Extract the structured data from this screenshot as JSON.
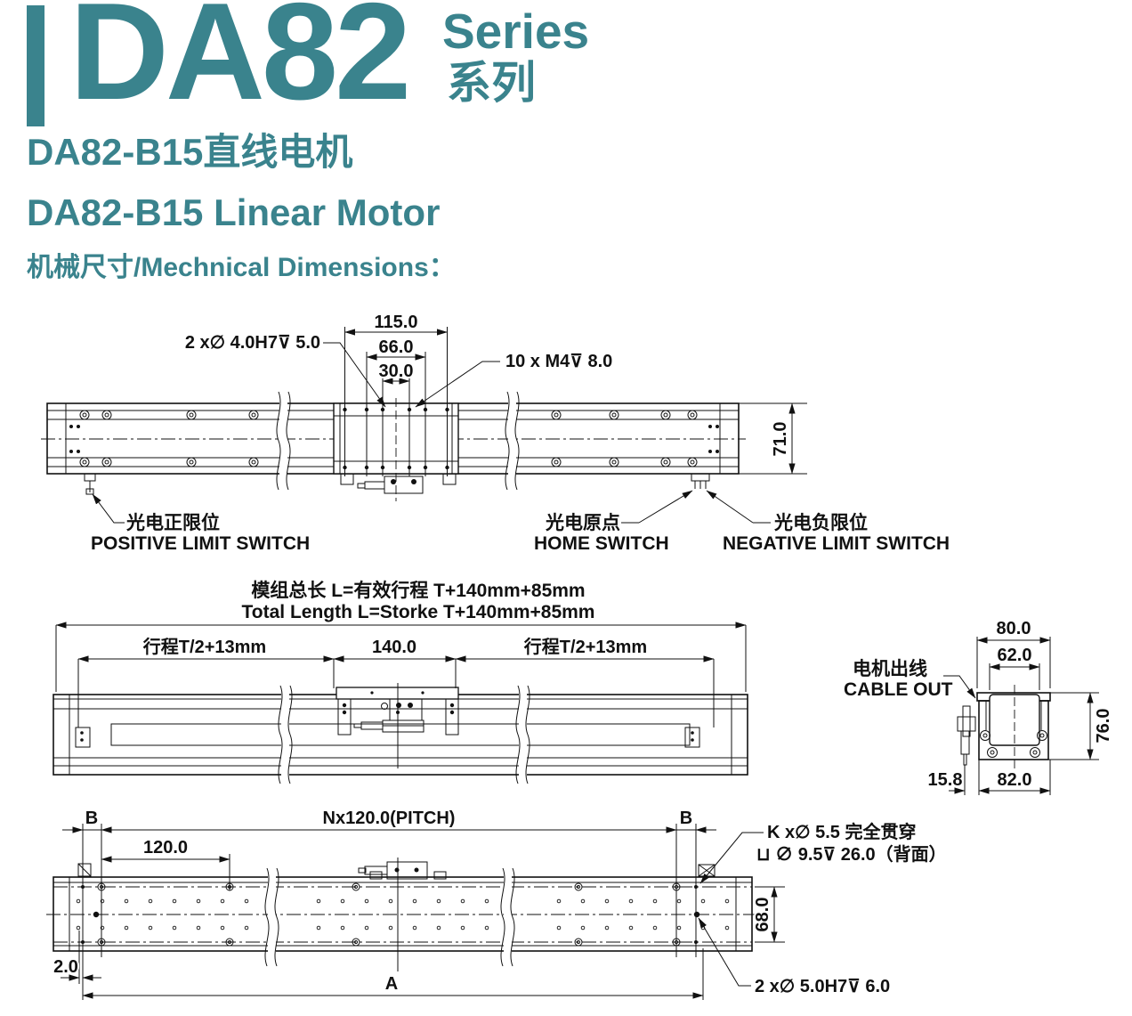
{
  "theme": {
    "accent": "#3a838d",
    "line_color": "#111111"
  },
  "header": {
    "series_code": "DA82",
    "series_en": "Series",
    "series_cn": "系列",
    "title_cn": "DA82-B15直线电机",
    "title_en": "DA82-B15 Linear Motor",
    "section_title": "机械尺寸/Mechnical Dimensions："
  },
  "top_view": {
    "dim_width": "115.0",
    "dim_mid": "66.0",
    "dim_inner": "30.0",
    "note_pin": "2 x∅ 4.0H7⊽ 5.0",
    "note_tap": "10 x  M4⊽ 8.0",
    "dim_height": "71.0",
    "positive_cn": "光电正限位",
    "positive_en": "POSITIVE LIMIT SWITCH",
    "home_cn": "光电原点",
    "home_en": "HOME  SWITCH",
    "negative_cn": "光电负限位",
    "negative_en": "NEGATIVE LIMIT SWITCH"
  },
  "side_view": {
    "total_cn": "模组总长 L=有效行程 T+140mm+85mm",
    "total_en": "Total Length L=Storke T+140mm+85mm",
    "stroke_left": "行程T/2+13mm",
    "dim_center": "140.0",
    "stroke_right": "行程T/2+13mm"
  },
  "end_view": {
    "dim_top": "80.0",
    "dim_coil": "62.0",
    "dim_height": "76.0",
    "dim_offset": "15.8",
    "dim_base": "82.0",
    "cable_cn": "电机出线",
    "cable_en": "CABLE OUT"
  },
  "bottom_view": {
    "b_left": "B",
    "b_right": "B",
    "pitch": "Nx120.0(PITCH)",
    "dim_120": "120.0",
    "note_k1": "K x∅ 5.5 完全贯穿",
    "note_k2": "⊔ ∅ 9.5⊽ 26.0（背面）",
    "dim_68": "68.0",
    "dim_2": "2.0",
    "dim_a": "A",
    "note_pin": "2 x∅ 5.0H7⊽ 6.0"
  }
}
